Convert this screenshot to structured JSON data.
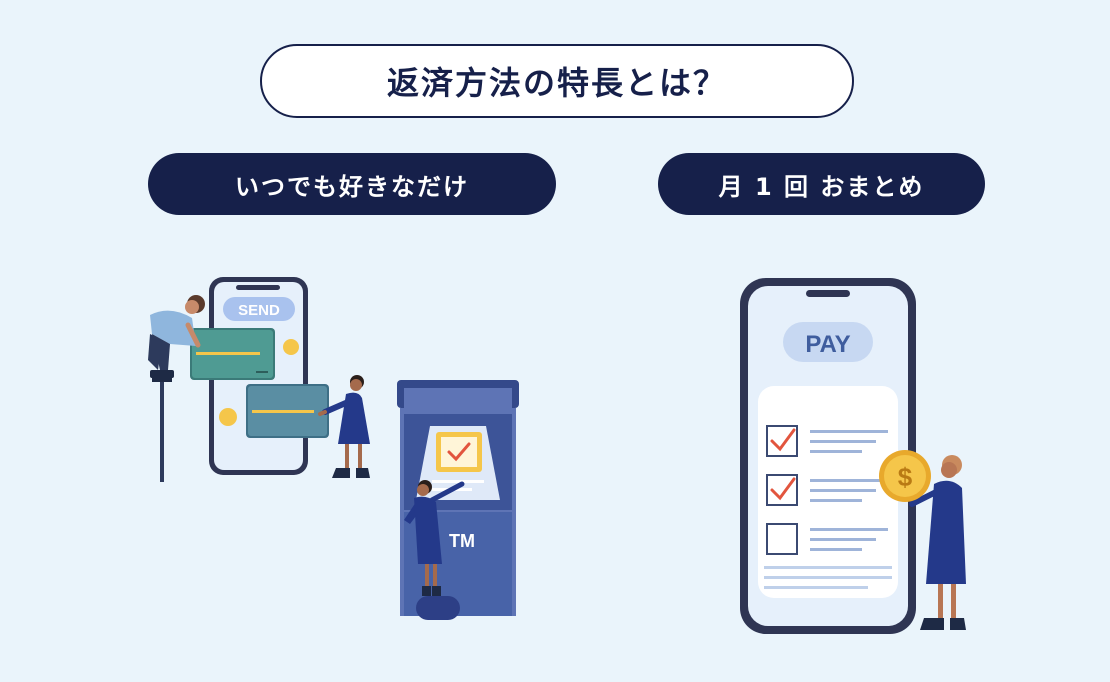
{
  "title": "返済方法の特長とは？",
  "features": [
    {
      "label": "いつでも好きなだけ"
    },
    {
      "label": "月 1 回 おまとめ"
    }
  ],
  "illustration_left": {
    "send_badge": "SEND",
    "atm_label": "TM"
  },
  "illustration_right": {
    "pay_badge": "PAY",
    "coin_symbol": "$"
  },
  "colors": {
    "navy": "#16204a",
    "background": "#eaf4fb",
    "accent_blue": "#3f5d9e",
    "check_red": "#e2553e"
  }
}
